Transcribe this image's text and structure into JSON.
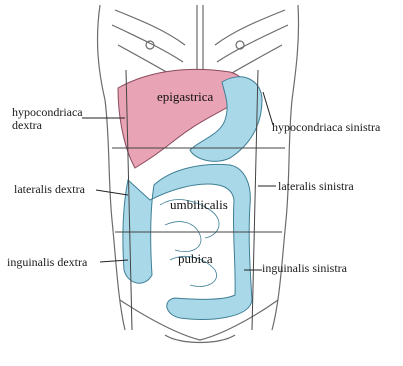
{
  "labels": {
    "hypocondriaca_dextra_line1": "hypocondriaca",
    "hypocondriaca_dextra_line2": "dextra",
    "epigastrica": "epigastrica",
    "hypocondriaca_sinistra": "hypocondriaca sinistra",
    "lateralis_dextra": "lateralis dextra",
    "umbilicalis": "umbilicalis",
    "lateralis_sinistra": "lateralis sinistra",
    "inguinalis_dextra": "inguinalis dextra",
    "pubica": "pubica",
    "inguinalis_sinistra": "inguinalis sinistra"
  },
  "colors": {
    "liver": "#e8a3b5",
    "intestine": "#a9d8e8",
    "outline": "#6b6b6b",
    "grid_line": "#444444"
  }
}
